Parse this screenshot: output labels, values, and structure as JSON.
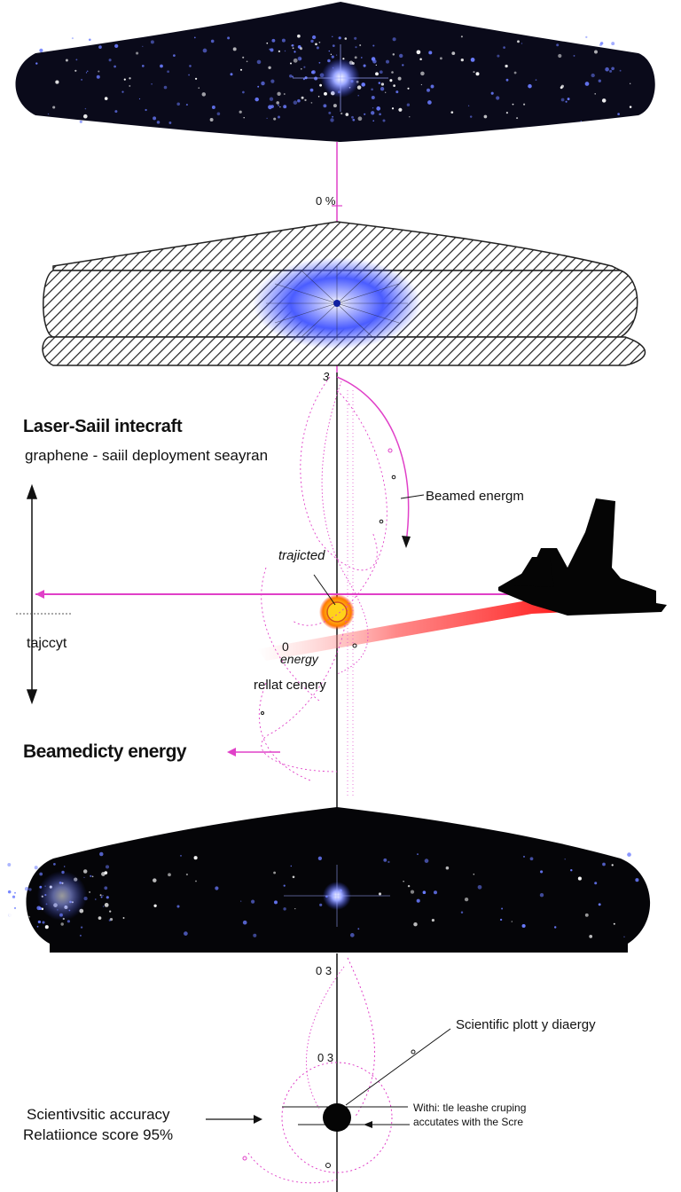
{
  "title": "Laser-Saiil intecraft",
  "subtitle": "graphene - saiil deployment seayran",
  "labels": {
    "beamed_energy_top": "Beamed energm",
    "trajected": "trajicted",
    "tacyt": "tajccyt",
    "zero": "0",
    "energy": "energy",
    "rellat_cenery": "rellat cenery",
    "beamed_velocity": "Beamedicty energy",
    "scientific_plot": "Scientific plott y diaergy",
    "accuracy_line": "Scientivsitic accuracy",
    "score_line": "Relatiionce score 95%",
    "within_note": "Withi: tle leashe cruping",
    "accurates_note": "accutates with the Scre",
    "top_percent": "0 %",
    "mark_s": "3",
    "lower_zero1": "0 3",
    "lower_zero2": "0 3"
  },
  "colors": {
    "background": "#ffffff",
    "space": "#0a0a1a",
    "star": "#6a7bff",
    "beam_magenta": "#e040c8",
    "laser_red": "#ff3030",
    "hatch": "#222222",
    "glow_blue": "#3a4cff",
    "spark": "#ffcc00"
  },
  "icons": [
    "starfield-panel",
    "hatched-sail-panel",
    "spacecraft-silhouette",
    "spark-icon"
  ]
}
